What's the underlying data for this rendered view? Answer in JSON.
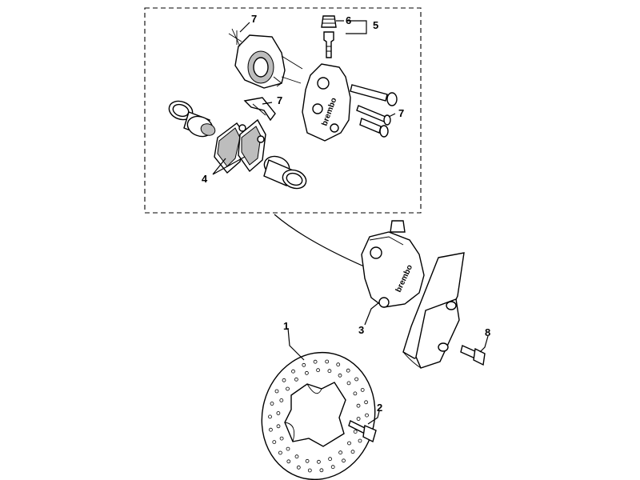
{
  "labels": {
    "l1": "1",
    "l2": "2",
    "l3": "3",
    "l4": "4",
    "l5": "5",
    "l6": "6",
    "l7a": "7",
    "l7b": "7",
    "l7c": "7",
    "l8": "8"
  },
  "brand": {
    "top": "brembo",
    "bottom": "brembo"
  }
}
